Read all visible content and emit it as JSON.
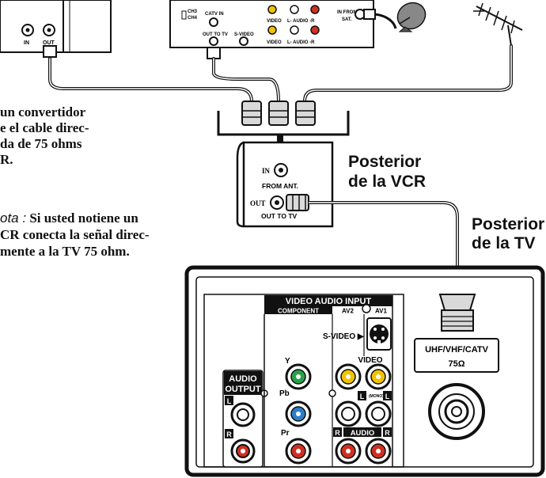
{
  "vcr_label": {
    "line1": "Posterior",
    "line2": "de la VCR"
  },
  "tv_label": {
    "line1": "Posterior",
    "line2": "de la TV"
  },
  "note1": [
    "un convertidor",
    "e el cable direc-",
    "da de 75 ohms",
    "R."
  ],
  "note2": {
    "italic_prefix": "ota :",
    "line1_rest": " Si usted notiene un",
    "line2": "CR conecta la señal direc-",
    "line3": "mente a la TV 75 ohm."
  },
  "cable_box": {
    "in": "IN",
    "out": "OUT"
  },
  "sat_receiver": {
    "ch3": "CH3",
    "ch4": "CH4",
    "catv_in": "CATV IN",
    "out_to_tv": "OUT TO TV",
    "s_video": "S-VIDEO",
    "video": "VIDEO",
    "audio_r": "L- AUDIO -R",
    "in_from": "IN FROM",
    "sat": "SAT."
  },
  "vcr": {
    "in": "IN",
    "from_ant": "FROM ANT.",
    "out": "OUT",
    "out_to_tv": "OUT TO TV"
  },
  "tv_panel": {
    "title": "VIDEO AUDIO INPUT",
    "component": "COMPONENT",
    "av2": "AV2",
    "av1": "AV1",
    "s_video": "S-VIDEO ▶",
    "y": "Y",
    "pb": "Pb",
    "pr": "Pr",
    "video": "VIDEO",
    "mono": "(MONO)",
    "audio": "AUDIO",
    "audio_output": [
      "AUDIO",
      "OUTPUT"
    ],
    "l": "L",
    "r": "R",
    "uhf": "UHF/VHF/CATV",
    "ohm": "75Ω"
  }
}
